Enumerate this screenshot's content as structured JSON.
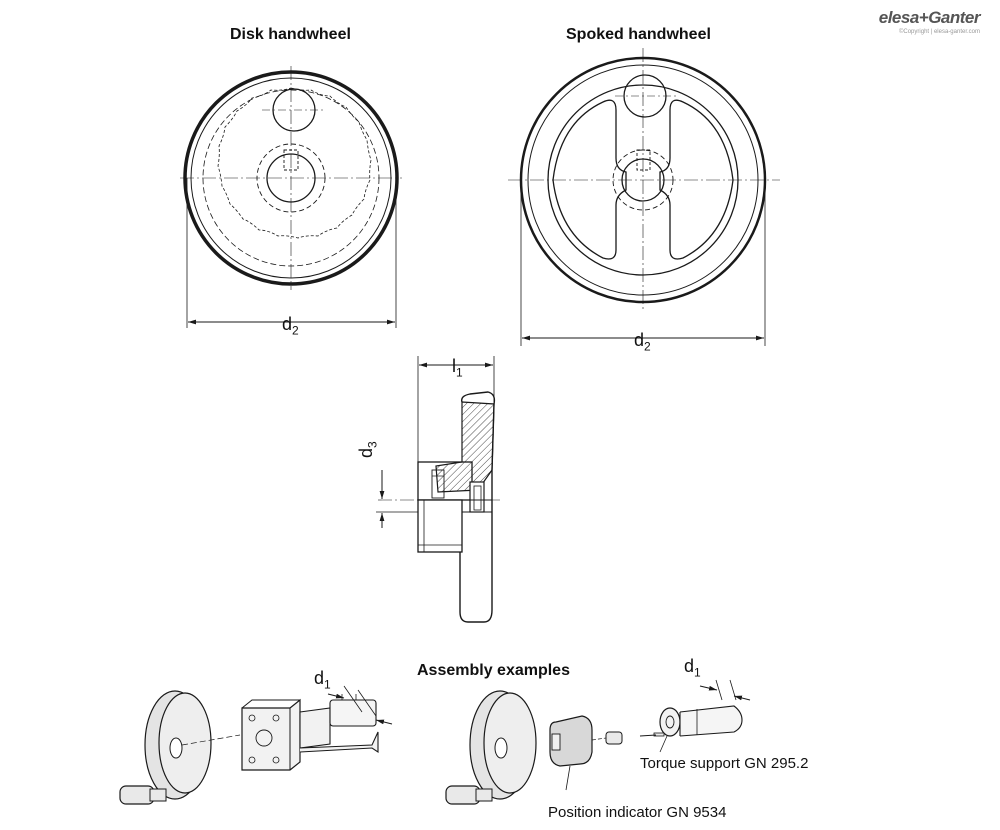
{
  "titles": {
    "disk": "Disk handwheel",
    "spoked": "Spoked handwheel",
    "assembly": "Assembly examples"
  },
  "dimensions": {
    "d2": "d",
    "d2_sub": "2",
    "l1": "l",
    "l1_sub": "1",
    "d3": "d",
    "d3_sub": "3",
    "d1": "d",
    "d1_sub": "1"
  },
  "callouts": {
    "torque": "Torque support GN 295.2",
    "position": "Position indicator GN 9534"
  },
  "brand": {
    "name": "elesa+Ganter",
    "copyright": "©Copyright | elesa-ganter.com"
  },
  "colors": {
    "line": "#1a1a1a",
    "hub_fill": "#e9e9e9",
    "wheel_fill": "#e4e4e4"
  }
}
